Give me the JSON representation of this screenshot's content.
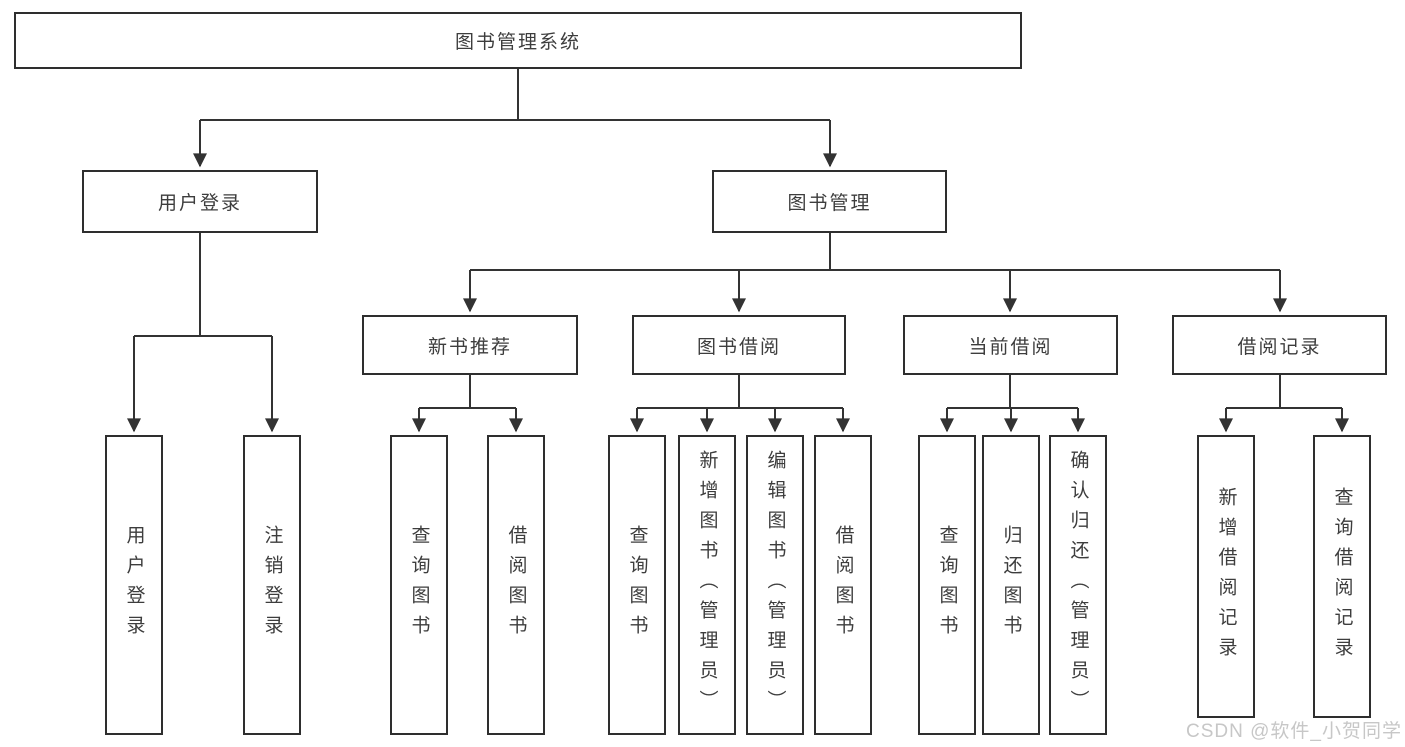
{
  "diagram": {
    "tree": {
      "label": "图书管理系统",
      "children": [
        {
          "label": "用户登录",
          "children": [
            {
              "label": "用户登录"
            },
            {
              "label": "注销登录"
            }
          ]
        },
        {
          "label": "图书管理",
          "children": [
            {
              "label": "新书推荐",
              "children": [
                {
                  "label": "查询图书"
                },
                {
                  "label": "借阅图书"
                }
              ]
            },
            {
              "label": "图书借阅",
              "children": [
                {
                  "label": "查询图书"
                },
                {
                  "label": "新增图书（管理员）"
                },
                {
                  "label": "编辑图书（管理员）"
                },
                {
                  "label": "借阅图书"
                }
              ]
            },
            {
              "label": "当前借阅",
              "children": [
                {
                  "label": "查询图书"
                },
                {
                  "label": "归还图书"
                },
                {
                  "label": "确认归还（管理员）"
                }
              ]
            },
            {
              "label": "借阅记录",
              "children": [
                {
                  "label": "新增借阅记录"
                },
                {
                  "label": "查询借阅记录"
                }
              ]
            }
          ]
        }
      ]
    },
    "colors": {
      "line": "#333333",
      "box_border": "#2e2e2e",
      "text": "#3d3d3d",
      "background": "#ffffff",
      "watermark": "#c7c7c7"
    }
  },
  "watermark": "CSDN @软件_小贺同学"
}
